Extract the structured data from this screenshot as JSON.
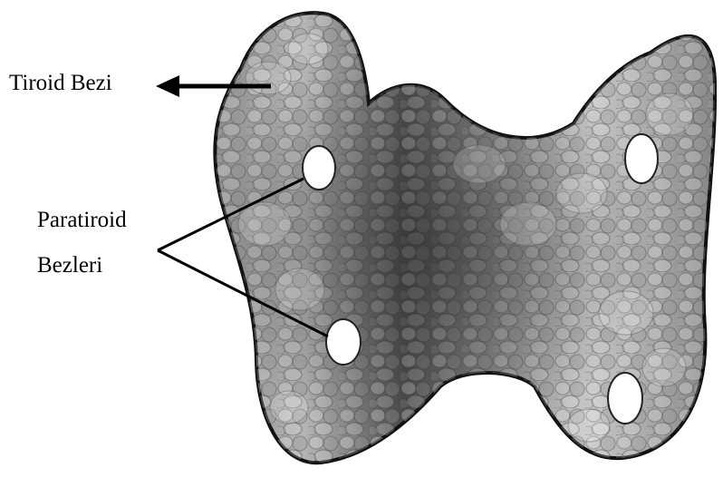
{
  "diagram": {
    "labels": {
      "thyroid": "Tiroid Bezi",
      "parathyroid_line1": "Paratiroid",
      "parathyroid_line2": "Bezleri"
    },
    "structures": {
      "thyroid_gland": "thyroid-gland",
      "parathyroid_glands": [
        "parathyroid-upper-left",
        "parathyroid-lower-left",
        "parathyroid-upper-right",
        "parathyroid-lower-right"
      ]
    },
    "colors": {
      "background": "#ffffff",
      "text": "#000000",
      "gland_light": "#c9c9c9",
      "gland_mid": "#8f8f8f",
      "gland_dark": "#3f3f3f",
      "outline": "#111111",
      "parathyroid": "#ffffff"
    }
  }
}
